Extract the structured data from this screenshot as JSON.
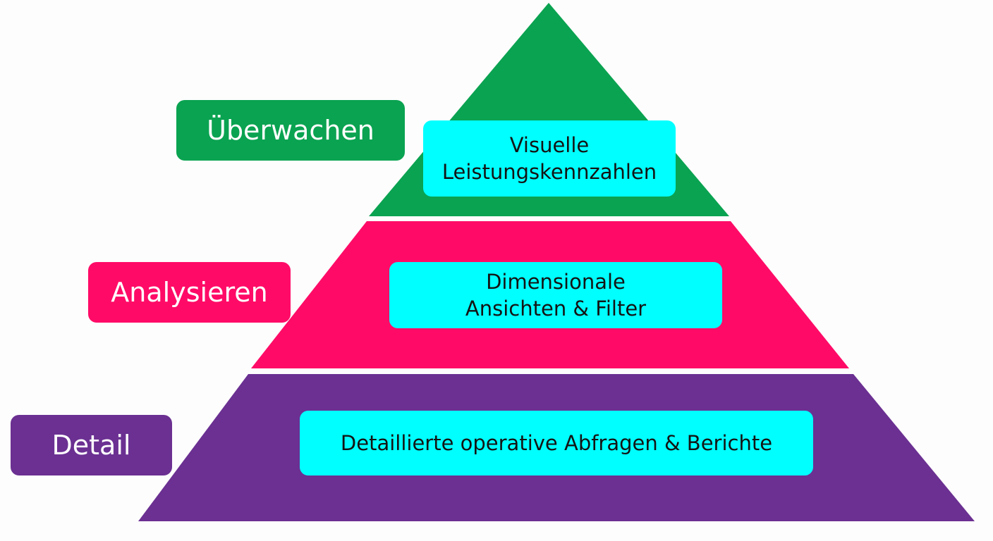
{
  "colors": {
    "monitor": "#0aa351",
    "analyze": "#ff0b67",
    "detail": "#6b3092",
    "box_fill": "#00ffff",
    "box_text": "#141414",
    "label_text": "#ffffff",
    "background": "#fdfdfd"
  },
  "levels": {
    "top": {
      "side_label": "Überwachen",
      "box_line1": "Visuelle",
      "box_line2": "Leistungskennzahlen"
    },
    "middle": {
      "side_label": "Analysieren",
      "box_line1": "Dimensionale",
      "box_line2": "Ansichten & Filter"
    },
    "bottom": {
      "side_label": "Detail",
      "box_line1": "Detaillierte operative Abfragen & Berichte"
    }
  }
}
